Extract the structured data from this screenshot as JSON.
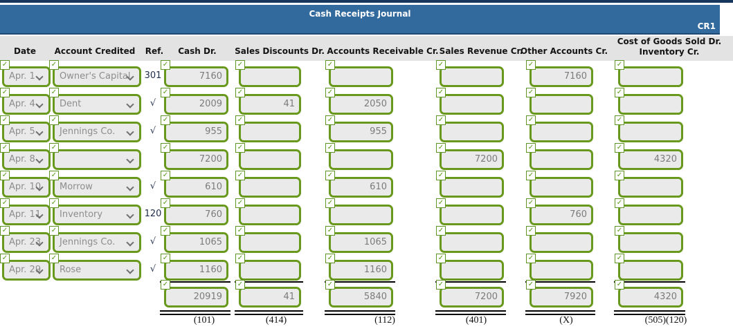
{
  "window": {
    "title": "Cash Receipts Journal",
    "page_ref": "CR1"
  },
  "columns": {
    "date": "Date",
    "account": "Account Credited",
    "ref": "Ref.",
    "cash": "Cash Dr.",
    "sales_discounts": "Sales Discounts Dr.",
    "accounts_receivable": "Accounts Receivable Cr.",
    "sales_revenue": "Sales Revenue Cr.",
    "other_accounts": "Other Accounts Cr.",
    "cogs_line1": "Cost of Goods Sold Dr.",
    "cogs_line2": "Inventory Cr."
  },
  "rows": [
    {
      "date": "Apr. 1",
      "account": "Owner's Capital",
      "ref": "301",
      "cash": "7160",
      "sales_discounts": "",
      "accounts_receivable": "",
      "sales_revenue": "",
      "other_accounts": "7160",
      "cogs": ""
    },
    {
      "date": "Apr. 4",
      "account": "Dent",
      "ref": "√",
      "cash": "2009",
      "sales_discounts": "41",
      "accounts_receivable": "2050",
      "sales_revenue": "",
      "other_accounts": "",
      "cogs": ""
    },
    {
      "date": "Apr. 5",
      "account": "Jennings Co.",
      "ref": "√",
      "cash": "955",
      "sales_discounts": "",
      "accounts_receivable": "955",
      "sales_revenue": "",
      "other_accounts": "",
      "cogs": ""
    },
    {
      "date": "Apr. 8",
      "account": "",
      "ref": "",
      "cash": "7200",
      "sales_discounts": "",
      "accounts_receivable": "",
      "sales_revenue": "7200",
      "other_accounts": "",
      "cogs": "4320"
    },
    {
      "date": "Apr. 10",
      "account": "Morrow",
      "ref": "√",
      "cash": "610",
      "sales_discounts": "",
      "accounts_receivable": "610",
      "sales_revenue": "",
      "other_accounts": "",
      "cogs": ""
    },
    {
      "date": "Apr. 11",
      "account": "Inventory",
      "ref": "120",
      "cash": "760",
      "sales_discounts": "",
      "accounts_receivable": "",
      "sales_revenue": "",
      "other_accounts": "760",
      "cogs": ""
    },
    {
      "date": "Apr. 23",
      "account": "Jennings Co.",
      "ref": "√",
      "cash": "1065",
      "sales_discounts": "",
      "accounts_receivable": "1065",
      "sales_revenue": "",
      "other_accounts": "",
      "cogs": ""
    },
    {
      "date": "Apr. 29",
      "account": "Rose",
      "ref": "√",
      "cash": "1160",
      "sales_discounts": "",
      "accounts_receivable": "1160",
      "sales_revenue": "",
      "other_accounts": "",
      "cogs": ""
    }
  ],
  "totals": {
    "cash": "20919",
    "sales_discounts": "41",
    "accounts_receivable": "5840",
    "sales_revenue": "7200",
    "other_accounts": "7920",
    "cogs": "4320"
  },
  "footer_refs": {
    "cash": "(101)",
    "sales_discounts": "(414)",
    "accounts_receivable": "(112)",
    "sales_revenue": "(401)",
    "other_accounts": "(X)",
    "cogs": "(505)(120)"
  },
  "colors": {
    "header_bar": "#336a9e",
    "accent_green": "#68991d"
  }
}
